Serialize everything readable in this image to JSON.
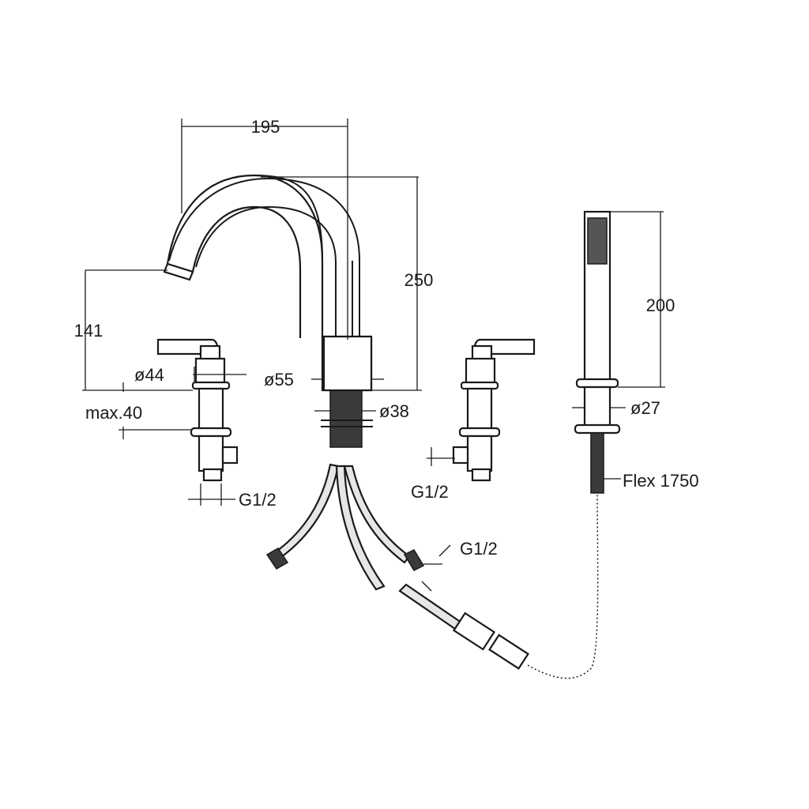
{
  "dimensions": {
    "spout_reach": "195",
    "spout_height": "250",
    "handle_height": "141",
    "handle_diameter": "ø44",
    "deck_thickness": "max.40",
    "spout_base_diameter": "ø55",
    "spout_shank_diameter": "ø38",
    "handshower_height": "200",
    "handshower_base_diameter": "ø27",
    "left_connection": "G1/2",
    "right_connection": "G1/2",
    "hose_connection": "G1/2",
    "flex_hose": "Flex 1750"
  }
}
